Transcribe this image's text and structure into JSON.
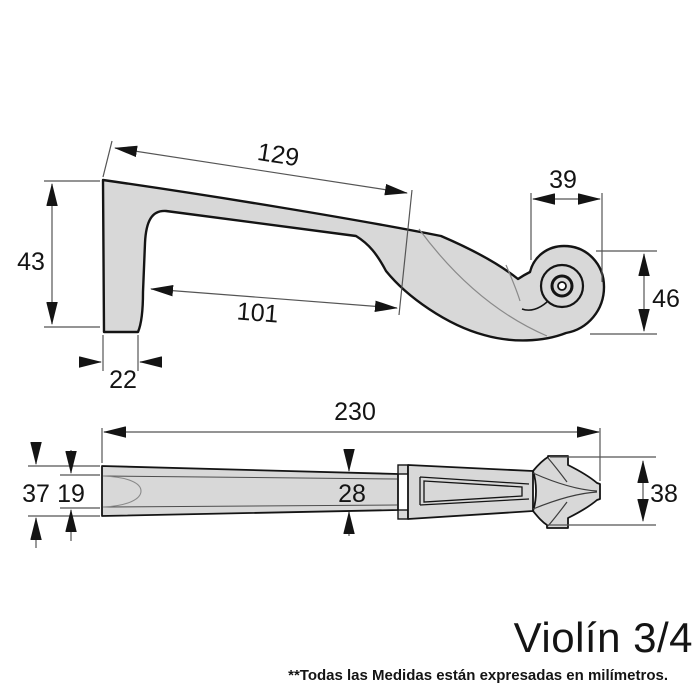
{
  "title": "Violín 3/4",
  "footnote": "**Todas las Medidas están expresadas en milímetros.",
  "colors": {
    "fill": "#d8d8d8",
    "outline": "#141414",
    "dim_line": "#666666"
  },
  "side_view": {
    "dim_top_length": "129",
    "dim_heel_height": "43",
    "dim_under_length": "101",
    "dim_heel_width": "22",
    "dim_scroll_width": "39",
    "dim_scroll_height": "46"
  },
  "top_view": {
    "dim_total_length": "230",
    "dim_end_width": "37",
    "dim_inner_width": "19",
    "dim_neck_width": "28",
    "dim_scroll_width": "38"
  }
}
